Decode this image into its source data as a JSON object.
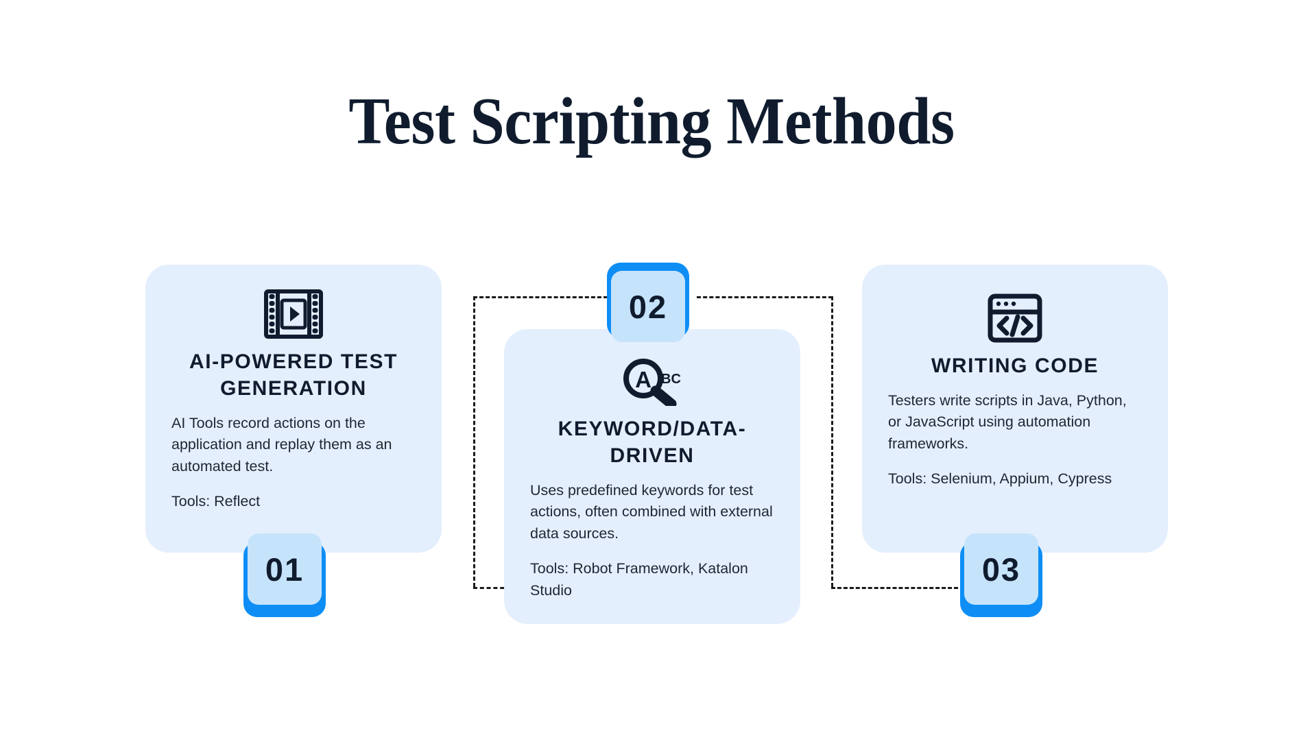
{
  "page": {
    "title": "Test Scripting Methods",
    "background_color": "#ffffff",
    "title_color": "#101c2e",
    "card_color": "#e4effd",
    "badge_border_color": "#0e8ef5",
    "badge_fill_color": "#c6e3fc"
  },
  "cards": [
    {
      "number": "01",
      "icon": "film-strip-icon",
      "heading": "AI-POWERED TEST GENERATION",
      "body": "AI Tools record actions on the application and replay them as an automated test.",
      "tools": "Tools: Reflect"
    },
    {
      "number": "02",
      "icon": "magnifier-abc-icon",
      "heading": "KEYWORD/DATA-DRIVEN",
      "body": "Uses predefined keywords for test actions, often combined with external data sources.",
      "tools": "Tools: Robot Framework, Katalon Studio"
    },
    {
      "number": "03",
      "icon": "code-window-icon",
      "heading": "WRITING CODE",
      "body": "Testers write scripts in Java, Python, or JavaScript using automation frameworks.",
      "tools": "Tools: Selenium, Appium, Cypress"
    }
  ]
}
